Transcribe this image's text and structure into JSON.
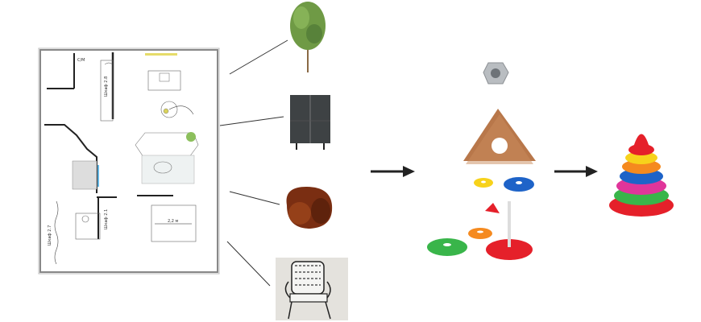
{
  "floor_plan": {
    "labels": {
      "wardrobe_a": "Шкаф 2.8",
      "wardrobe_b": "Шкаф 2.1",
      "wardrobe_c": "Шкаф 2.7",
      "bed_width": "2,2 м",
      "washer": "С/М"
    }
  },
  "items": [
    "tree",
    "cabinet",
    "armchair",
    "chair"
  ],
  "parts": [
    "nut",
    "triangle",
    "rings",
    "stick"
  ],
  "result": "ring-pyramid",
  "colors": {
    "red": "#e5202a",
    "orange": "#f58a1f",
    "yellow": "#f7d21b",
    "green": "#39b54a",
    "blue": "#1e63c8",
    "pink": "#e0359a",
    "wood": "#b8774a"
  }
}
